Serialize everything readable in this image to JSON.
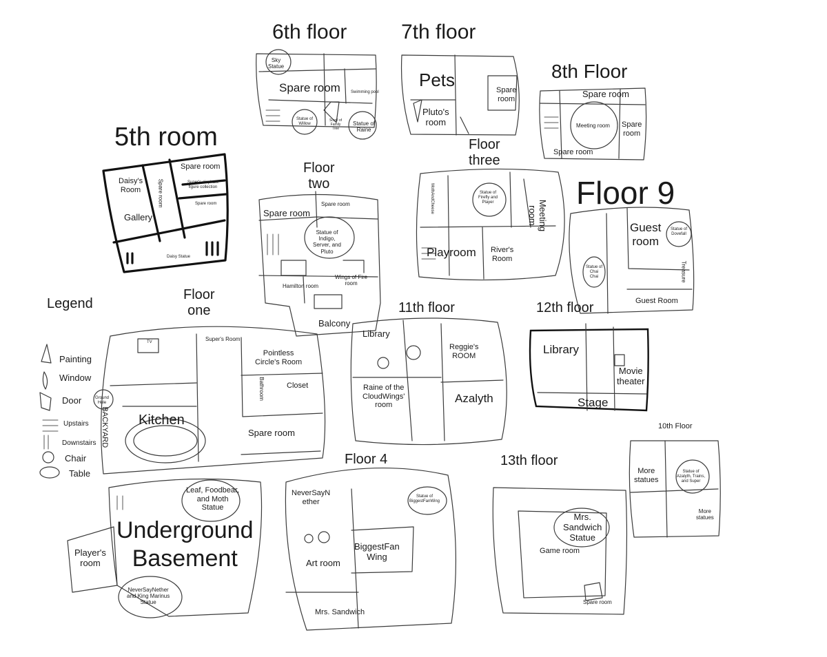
{
  "legend": {
    "title": "Legend",
    "items": [
      {
        "label": "Painting",
        "icon": "painting-icon"
      },
      {
        "label": "Window",
        "icon": "window-icon"
      },
      {
        "label": "Door",
        "icon": "door-icon"
      },
      {
        "label": "Upstairs",
        "icon": "upstairs-icon"
      },
      {
        "label": "Downstairs",
        "icon": "downstairs-icon"
      },
      {
        "label": "Chair",
        "icon": "chair-icon"
      },
      {
        "label": "Table",
        "icon": "table-icon"
      }
    ]
  },
  "floors": {
    "sixth": {
      "title": "6th floor",
      "rooms": [
        "Sky\nStatue",
        "Spare room",
        "Swimming pool",
        "Statue of\nWillow",
        "Scroll of\nFamily\nTree",
        "Statue of\nRaine"
      ]
    },
    "seventh": {
      "title": "7th floor",
      "rooms": [
        "Pets",
        "Spare\nroom",
        "Pluto's\nroom"
      ]
    },
    "eighth": {
      "title": "8th Floor",
      "rooms": [
        "Spare room",
        "Meeting room",
        "Spare\nroom",
        "Spare room"
      ]
    },
    "fifth": {
      "title": "5th room",
      "rooms": [
        "Daisy's\nRoom",
        "Spare room",
        "Spare room",
        "Super's elephant\nfigure collection",
        "Spare room",
        "Gallery",
        "Daisy Statue"
      ]
    },
    "two": {
      "title": "Floor\ntwo",
      "rooms": [
        "Spare room",
        "Spare room",
        "Statue of\nIndigo,\nServer, and\nPluto",
        "Hamilton room",
        "Wings of Fire\nroom",
        "Balcony"
      ]
    },
    "three": {
      "title": "Floor\nthree",
      "rooms": [
        "MothAndCheese",
        "Statue of\nFirefly and\nPlayer",
        "Meeting\nroom",
        "Playroom",
        "River's\nRoom"
      ]
    },
    "nine": {
      "title": "Floor 9",
      "rooms": [
        "Guest\nroom",
        "Statue of\nDovefall",
        "Statue of\nChai\nChai",
        "Treasure",
        "Guest Room"
      ]
    },
    "one": {
      "title": "Floor\none",
      "rooms": [
        "TV",
        "Super's Room",
        "Pointless\nCircle's Room",
        "Bathroom",
        "Closet",
        "Ground\nHole",
        "BACKYARD",
        "Kitchen",
        "Spare room"
      ]
    },
    "eleventh": {
      "title": "11th floor",
      "rooms": [
        "Library",
        "Reggie's\nROOM",
        "Raine of the\nCloudWings'\nroom",
        "Azalyth"
      ]
    },
    "twelfth": {
      "title": "12th floor",
      "rooms": [
        "Library",
        "Movie\ntheater",
        "Stage"
      ]
    },
    "tenth": {
      "title": "10th Floor",
      "rooms": [
        "More\nstatues",
        "Statue of\nAzalyth, Trains,\nand Super",
        "More\nstatues"
      ]
    },
    "basement": {
      "title": "Underground\nBasement",
      "rooms": [
        "Leaf, Foodbear,\nand Moth\nStatue",
        "Player's\nroom",
        "NeverSayNether\nand King Marinus\nStatue"
      ]
    },
    "fourth": {
      "title": "Floor 4",
      "rooms": [
        "NeverSayN\nether",
        "Statue of\nBiggestFanWing",
        "BiggestFan\nWing",
        "Art room",
        "Mrs. Sandwich"
      ]
    },
    "thirteenth": {
      "title": "13th floor",
      "rooms": [
        "Mrs.\nSandwich\nStatue",
        "Game room",
        "Spare room"
      ]
    }
  }
}
